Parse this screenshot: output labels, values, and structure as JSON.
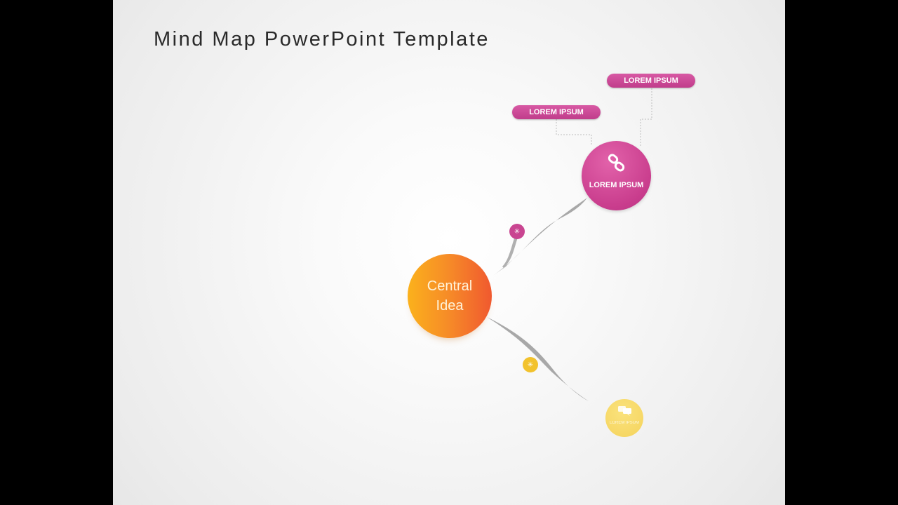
{
  "title": "Mind Map PowerPoint Template",
  "central": {
    "line1": "Central",
    "line2": "Idea"
  },
  "nodes": {
    "pink": {
      "label": "LOREM IPSUM",
      "icon": "chain-link-icon",
      "color": "#c93d8d",
      "pills": [
        "LOREM IPSUM",
        "LOREM IPSUM"
      ],
      "badge_icon": "asterisk-icon"
    },
    "yellow": {
      "label": "LOREM IPSUM",
      "icon": "chat-bubbles-icon",
      "color": "#f5d35c",
      "badge_icon": "asterisk-icon"
    }
  },
  "colors": {
    "central_start": "#fbb11c",
    "central_end": "#f0592f",
    "branch": "#a8a8a8"
  }
}
